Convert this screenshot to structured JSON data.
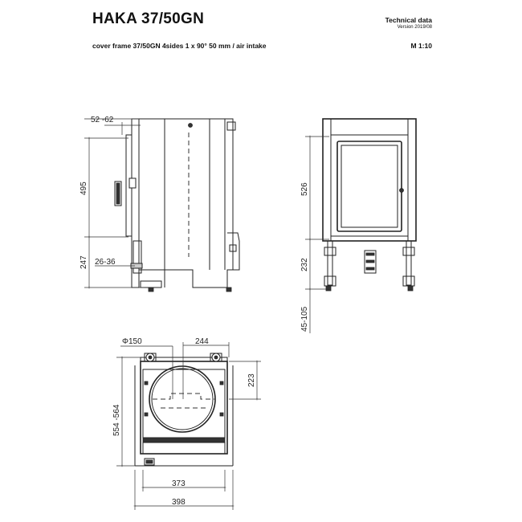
{
  "header": {
    "title": "HAKA 37/50GN",
    "subtitle": "cover frame 37/50GN 4sides 1 x 90° 50 mm / air intake",
    "tech": "Technical data",
    "version": "Version 2019/08",
    "scale": "M 1:10"
  },
  "dims": {
    "side_top": "52 -62",
    "side_upper": "495",
    "side_lower": "247",
    "side_intake": "26-36",
    "front_upper": "526",
    "front_lower": "232",
    "front_feet": "45-105",
    "top_diameter": "Φ150",
    "top_offset": "244",
    "top_depth": "223",
    "top_height": "554 -564",
    "top_inner_width": "373",
    "top_outer_width": "398"
  }
}
